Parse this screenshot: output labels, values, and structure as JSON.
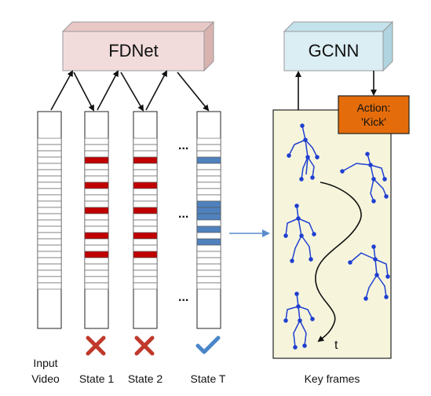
{
  "boxes": {
    "fdnet": "FDNet",
    "gcnn": "GCNN"
  },
  "action": {
    "line1": "Action:",
    "line2": "'Kick'"
  },
  "ellipses": [
    "...",
    "...",
    "..."
  ],
  "time_label": "t",
  "column_labels": {
    "input_line1": "Input",
    "input_line2": "Video",
    "state1": "State 1",
    "state2": "State 2",
    "stateT": "State T"
  },
  "keyframes_label": "Key frames",
  "status_icons": [
    "cross-icon",
    "cross-icon",
    "check-icon"
  ],
  "colors": {
    "fdnet_fill": "#f2dcdb",
    "gcnn_fill": "#dbeef4",
    "action_fill": "#e46c0a",
    "selected_red": "#c00000",
    "selected_blue": "#4f81bd",
    "panel_fill": "#f6f5dc",
    "skeleton": "#1f3fd0",
    "cross": "#c0392b",
    "check": "#4a86c8"
  },
  "columns": [
    {
      "name": "input-video",
      "selected": [],
      "color": "none"
    },
    {
      "name": "state-1",
      "selected": [
        3,
        7,
        11,
        15,
        18
      ],
      "color": "red"
    },
    {
      "name": "state-2",
      "selected": [
        3,
        7,
        11,
        15,
        18
      ],
      "color": "red"
    },
    {
      "name": "state-t",
      "selected": [
        3,
        10,
        11,
        12,
        14,
        16
      ],
      "color": "blue"
    }
  ]
}
